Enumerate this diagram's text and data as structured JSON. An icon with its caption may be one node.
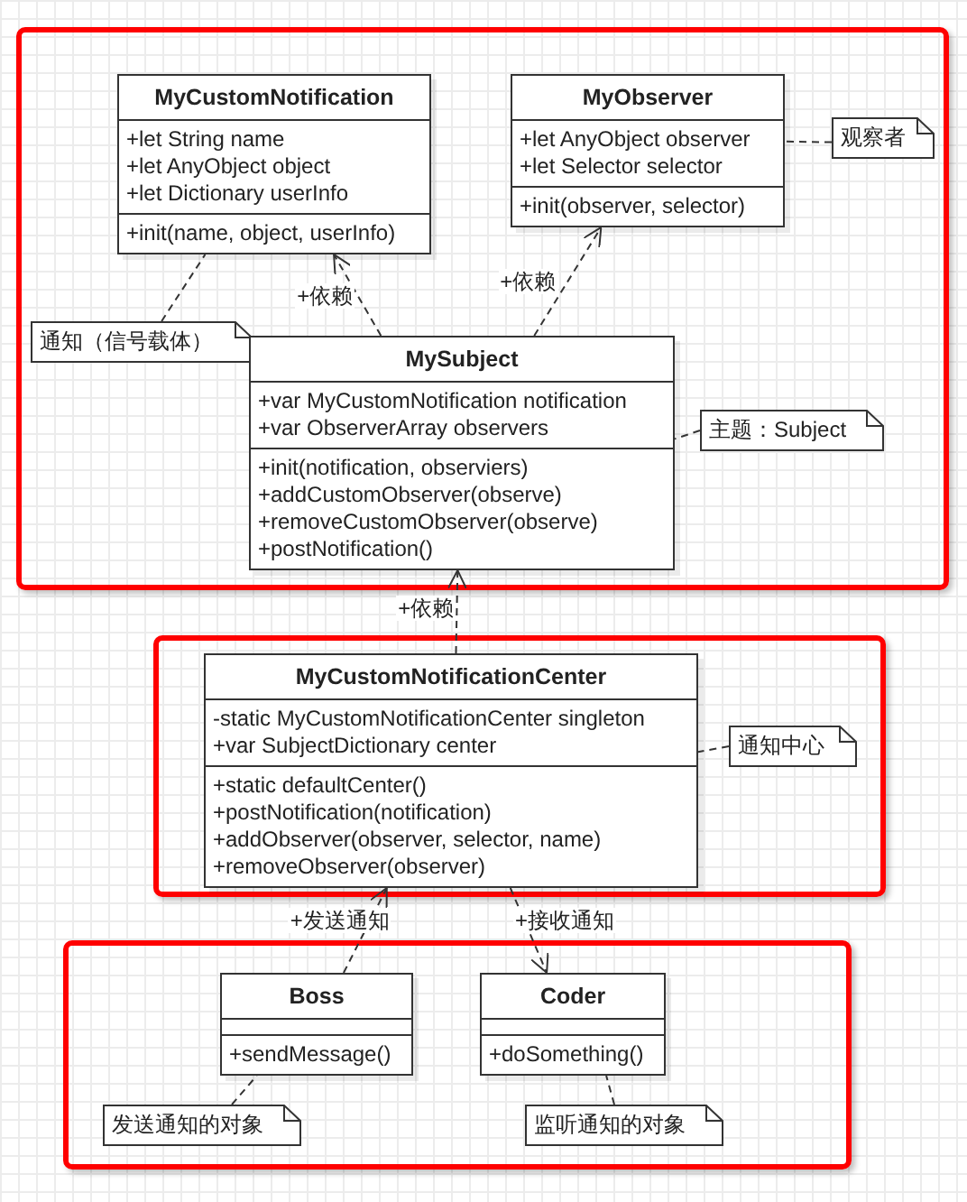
{
  "diagram": {
    "nodes": [
      {
        "text": [],
        "shape": "box"
      },
      {
        "text": [
          "MyCustomNotification",
          "+let String name",
          "+let AnyObject object",
          "+let Dictionary userInfo",
          "+init(name, object, userInfo)"
        ],
        "in": 0
      },
      {
        "text": [
          "MyObserver",
          "+let AnyObject observer",
          "+let Selector selector",
          "+init(observer, selector)"
        ],
        "in": 0
      },
      {
        "text": [
          "观察者"
        ],
        "in": 0
      },
      {
        "text": [
          "通知（信号载体）"
        ],
        "in": 0
      },
      {
        "text": [
          "MySubject",
          "+var MyCustomNotification notification",
          "+var ObserverArray observers",
          "+init(notification, observiers)",
          "+addCustomObserver(observe)",
          "+removeCustomObserver(observe)",
          "+postNotification()"
        ],
        "in": 0
      },
      {
        "text": [
          "主题：Subject"
        ],
        "in": 0
      },
      {
        "text": [],
        "shape": "box"
      },
      {
        "text": [
          "MyCustomNotificationCenter",
          "-static MyCustomNotificationCenter singleton",
          "+var SubjectDictionary center",
          "+static defaultCenter()",
          "+postNotification(notification)",
          "+addObserver(observer, selector, name)",
          "+removeObserver(observer)"
        ],
        "in": 7
      },
      {
        "text": [
          "通知中心"
        ],
        "in": 7
      },
      {
        "text": [],
        "shape": "box"
      },
      {
        "text": [
          "Boss",
          "+sendMessage()"
        ],
        "in": 10
      },
      {
        "text": [
          "Coder",
          "+doSomething()"
        ],
        "in": 10
      },
      {
        "text": [
          "发送通知的对象"
        ],
        "in": 10
      },
      {
        "text": [
          "监听通知的对象"
        ],
        "in": 10
      }
    ],
    "edges": [
      {
        "from": 5,
        "to": 1,
        "arrow": "to",
        "label": "+依赖",
        "style": "dashed"
      },
      {
        "from": 5,
        "to": 2,
        "arrow": "to",
        "label": "+依赖",
        "style": "dashed"
      },
      {
        "from": 4,
        "to": 1,
        "arrow": "none",
        "style": "dashed"
      },
      {
        "from": 3,
        "to": 2,
        "arrow": "none",
        "style": "dashed"
      },
      {
        "from": 6,
        "to": 5,
        "arrow": "none",
        "style": "dashed"
      },
      {
        "from": 8,
        "to": 5,
        "arrow": "to",
        "label": "+依赖",
        "style": "dashed"
      },
      {
        "from": 9,
        "to": 8,
        "arrow": "none",
        "style": "dashed"
      },
      {
        "from": 11,
        "to": 8,
        "arrow": "to",
        "label": "+发送通知",
        "style": "dashed"
      },
      {
        "from": 8,
        "to": 12,
        "arrow": "to",
        "label": "+接收通知",
        "style": "dashed"
      },
      {
        "from": 13,
        "to": 11,
        "arrow": "none",
        "style": "dashed"
      },
      {
        "from": 14,
        "to": 12,
        "arrow": "none",
        "style": "dashed"
      }
    ]
  }
}
